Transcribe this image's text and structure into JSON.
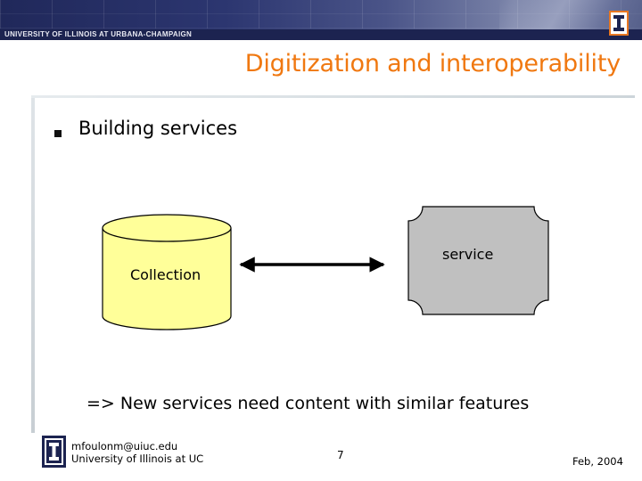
{
  "header": {
    "university_name": "UNIVERSITY OF ILLINOIS AT URBANA-CHAMPAIGN",
    "logo_icon": "illinois-block-i-icon"
  },
  "slide": {
    "title": "Digitization and interoperability",
    "bullet": "Building services",
    "conclusion": "=> New services need content with similar features"
  },
  "diagram": {
    "collection_label": "Collection",
    "service_label": "service",
    "arrow": "bidirectional",
    "colors": {
      "collection_fill": "#ffff99",
      "service_fill": "#c0c0c0",
      "outline": "#000000"
    }
  },
  "footer": {
    "email": "mfoulonm@uiuc.edu",
    "affiliation": "University of Illinois at UC",
    "page_number": "7",
    "date": "Feb, 2004",
    "logo_icon": "illinois-block-i-icon"
  },
  "colors": {
    "title": "#f07810",
    "header_dark": "#20285a"
  }
}
